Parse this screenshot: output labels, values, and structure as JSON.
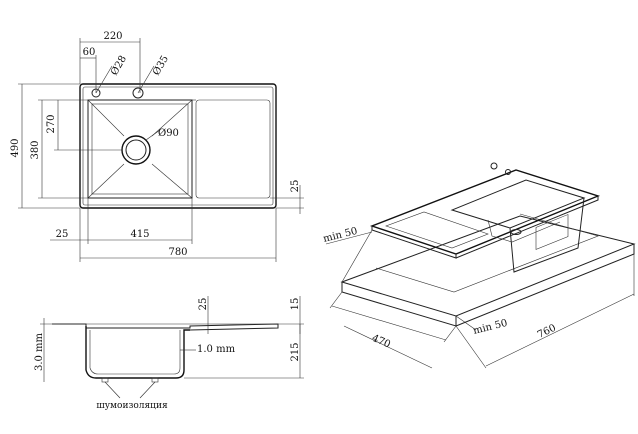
{
  "top_view": {
    "dim_220": "220",
    "dim_60": "60",
    "dim_d28": "Ø28",
    "dim_d35": "Ø35",
    "dim_270": "270",
    "dim_490": "490",
    "dim_380": "380",
    "dim_d90": "Ø90",
    "dim_25_right": "25",
    "dim_25_left": "25",
    "dim_415": "415",
    "dim_780": "780"
  },
  "side_view": {
    "dim_25": "25",
    "dim_15": "15",
    "dim_1mm": "1.0 mm",
    "dim_3mm": "3.0 mm",
    "dim_215": "215",
    "insulation_label": "шумоизоляция"
  },
  "iso_view": {
    "min50_top": "min 50",
    "min50_bottom": "min 50",
    "dim_470": "470",
    "dim_760": "760"
  }
}
